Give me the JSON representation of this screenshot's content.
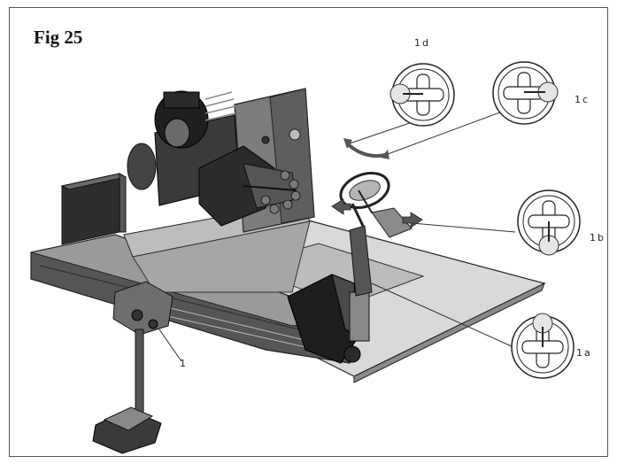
{
  "figure": {
    "title": "Fig 25",
    "callouts": {
      "main": "1",
      "a": "1a",
      "b": "1b",
      "c": "1c",
      "d": "1d"
    }
  },
  "colors": {
    "line": "#222222",
    "dark": "#3a3a3a",
    "mid": "#7a7a7a",
    "light": "#c9c9c9",
    "accent": "#4a4a4a"
  }
}
